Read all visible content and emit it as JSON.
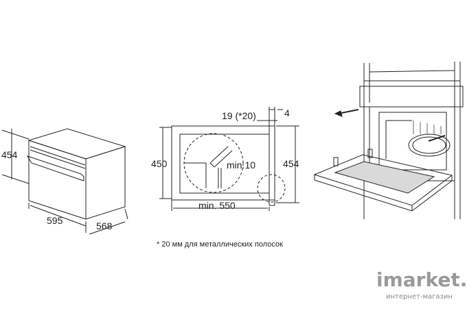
{
  "figure1": {
    "height_label": "454",
    "width_label": "595",
    "depth_label": "568"
  },
  "figure2": {
    "top_left_label": "19 (*20)",
    "top_right_label": "4",
    "left_height_label": "450",
    "right_height_label": "454",
    "bottom_label": "min. 550",
    "gap_label": "min.10"
  },
  "footnote": "* 20 мм для металлических полосок",
  "watermark": {
    "brand": "imarket.by",
    "subtitle": "интернет-магазин"
  }
}
